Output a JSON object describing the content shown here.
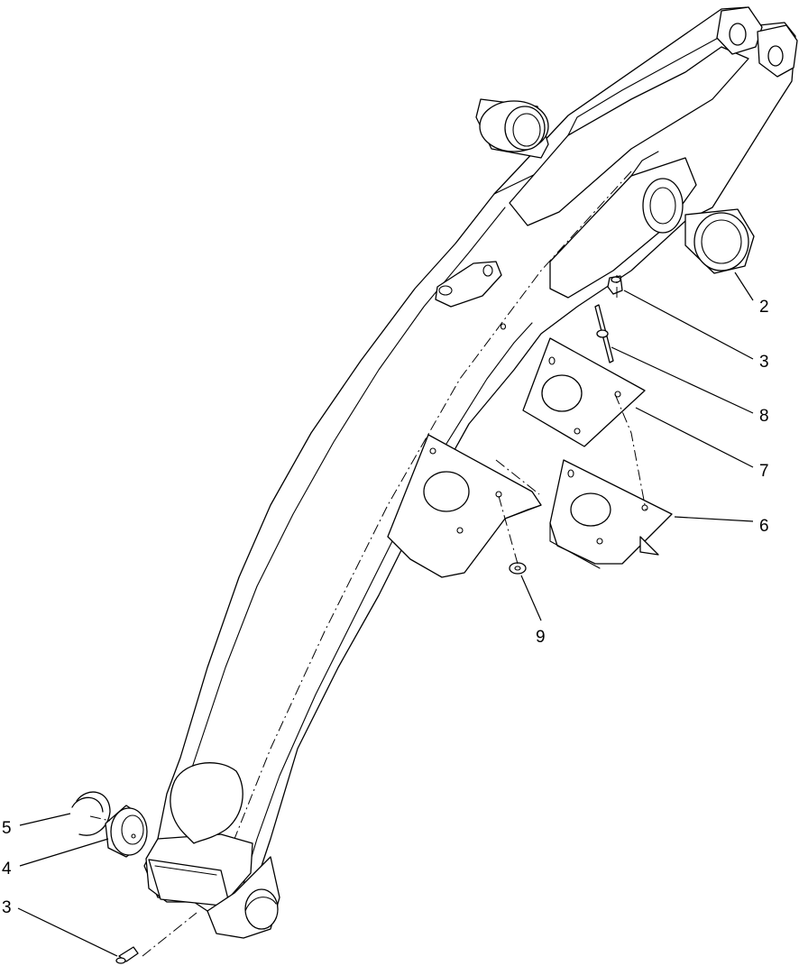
{
  "callouts": [
    {
      "id": "c2",
      "label": "2"
    },
    {
      "id": "c3a",
      "label": "3"
    },
    {
      "id": "c8",
      "label": "8"
    },
    {
      "id": "c7",
      "label": "7"
    },
    {
      "id": "c6",
      "label": "6"
    },
    {
      "id": "c9",
      "label": "9"
    },
    {
      "id": "c5",
      "label": "5"
    },
    {
      "id": "c4",
      "label": "4"
    },
    {
      "id": "c3b",
      "label": "3"
    }
  ]
}
